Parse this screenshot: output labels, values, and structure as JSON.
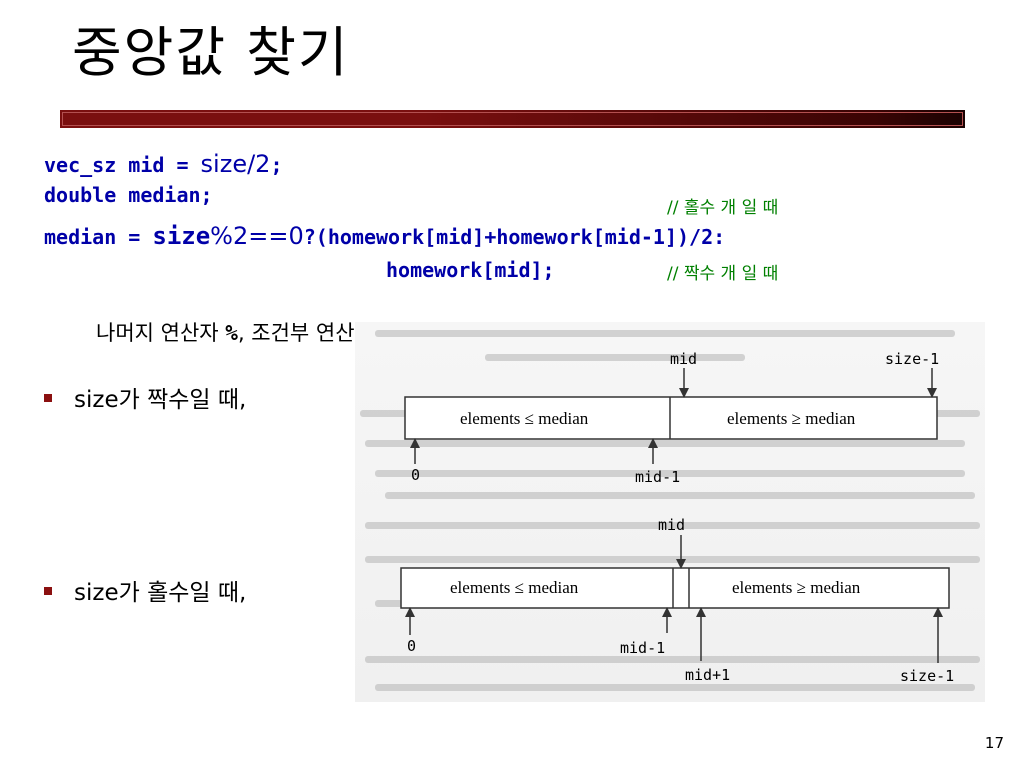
{
  "slide": {
    "title": "중앙값  찾기",
    "page_number": "17",
    "code": {
      "line1_code": "vec_sz mid = ",
      "line1_expr": "size/2",
      "line1_end": ";",
      "line2": "double median;",
      "line3_code": "median = ",
      "line3_size": "size",
      "line3_mod": "%2==0",
      "line3_rest": "?(homework[mid]+homework[mid-1])/2:",
      "line4": "homework[mid];",
      "comment_odd": "// 홀수 개 일 때",
      "comment_even": "// 짝수 개 일 때"
    },
    "note": {
      "text1": "나머지 연산자 ",
      "op1": "%",
      "text2": ", 조건부 연산자 ",
      "op2": "?:"
    },
    "bullets": [
      "size가 짝수일 때,",
      "size가 홀수일 때,"
    ],
    "diagram_even": {
      "top_mid": "mid",
      "top_size": "size-1",
      "left_box": "elements ≤ median",
      "right_box": "elements ≥ median",
      "bottom_zero": "0",
      "bottom_mid1": "mid-1"
    },
    "diagram_odd": {
      "top_mid": "mid",
      "left_box": "elements ≤ median",
      "right_box": "elements ≥ median",
      "bottom_zero": "0",
      "bottom_mid1": "mid-1",
      "bottom_midp1": "mid+1",
      "bottom_size": "size-1"
    }
  }
}
